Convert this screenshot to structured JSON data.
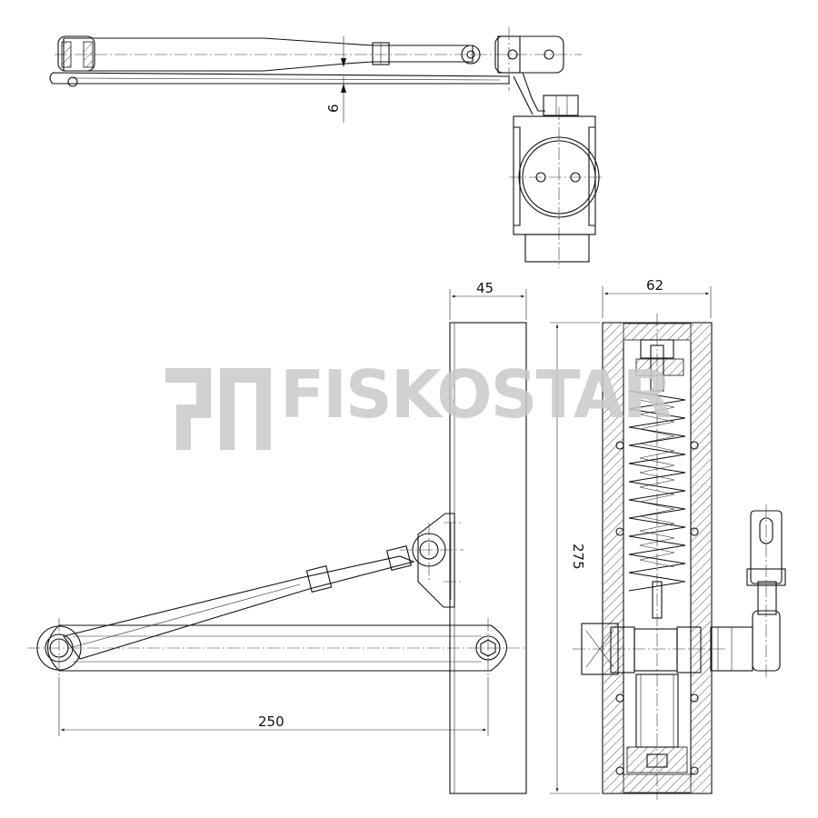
{
  "watermark": {
    "text": "FISKOSTAR"
  },
  "dimensions": {
    "top_gap": "6",
    "width_45": "45",
    "width_62": "62",
    "height_275": "275",
    "arm_length_250": "250"
  },
  "colors": {
    "line": "#111111",
    "watermark": "#c9c9c9",
    "background": "#ffffff"
  }
}
